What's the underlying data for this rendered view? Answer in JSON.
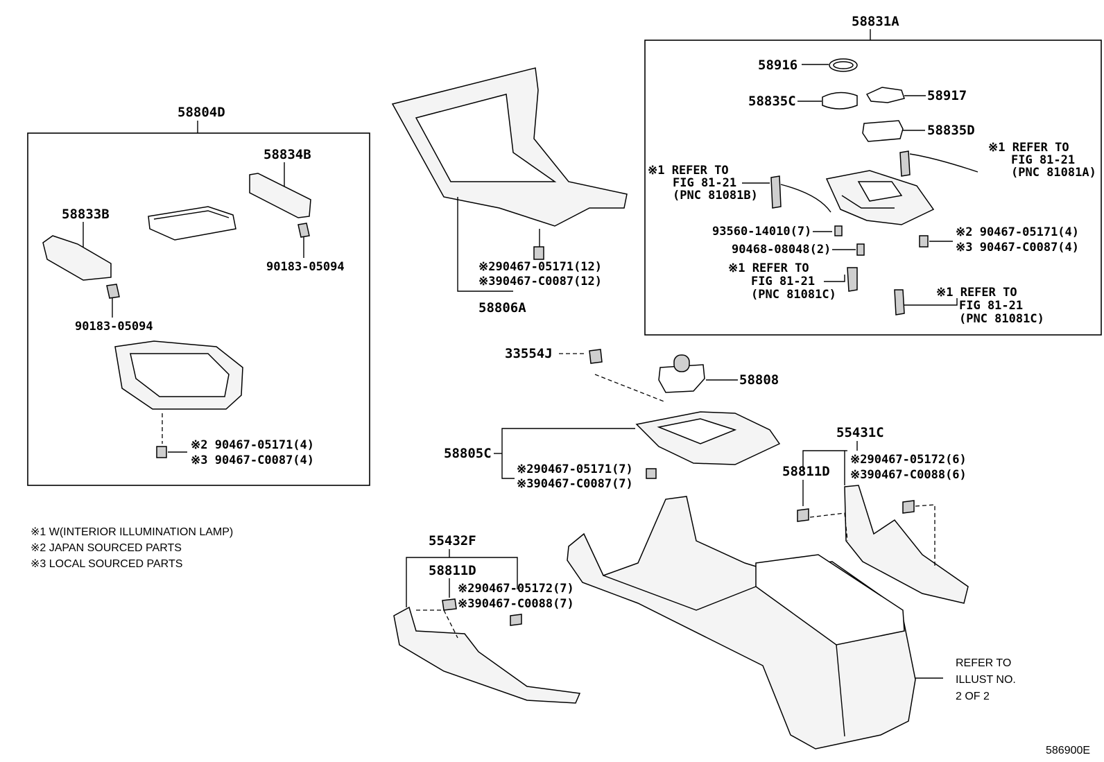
{
  "labels": {
    "p58831A": "58831A",
    "p58916": "58916",
    "p58917": "58917",
    "p58835C": "58835C",
    "p58835D": "58835D",
    "p58804D": "58804D",
    "p58834B": "58834B",
    "p58833B": "58833B",
    "p90183a": "90183-05094",
    "p90183b": "90183-05094",
    "clipBox1a": "※2 90467-05171(4)",
    "clipBox1b": "※3 90467-C0087(4)",
    "p58806A": "58806A",
    "clip806a": "※290467-05171(12)",
    "clip806b": "※390467-C0087(12)",
    "refA1": "※1 REFER TO",
    "refA2": "FIG 81-21",
    "refA3": "(PNC 81081A)",
    "refB1": "※1 REFER TO",
    "refB2": "FIG 81-21",
    "refB3": "(PNC 81081B)",
    "p93560": "93560-14010(7)",
    "p90468": "90468-08048(2)",
    "clipR1": "※2 90467-05171(4)",
    "clipR2": "※3 90467-C0087(4)",
    "refC1": "※1 REFER TO",
    "refC2": "FIG 81-21",
    "refC3": "(PNC 81081C)",
    "refD1": "※1 REFER TO",
    "refD2": "FIG 81-21",
    "refD3": "(PNC 81081C)",
    "p33554J": "33554J",
    "p58808": "58808",
    "p58805C": "58805C",
    "clip805a": "※290467-05171(7)",
    "clip805b": "※390467-C0087(7)",
    "p55431C": "55431C",
    "p58811D_r": "58811D",
    "clip431a": "※290467-05172(6)",
    "clip431b": "※390467-C0088(6)",
    "p55432F": "55432F",
    "p58811D_l": "58811D",
    "clip432a": "※290467-05172(7)",
    "clip432b": "※390467-C0088(7)",
    "refer1": "REFER TO",
    "refer2": "ILLUST NO.",
    "refer3": "2 OF 2",
    "note1": "※1 W(INTERIOR ILLUMINATION LAMP)",
    "note2": "※2 JAPAN SOURCED PARTS",
    "note3": "※3 LOCAL SOURCED PARTS",
    "figId": "586900E"
  }
}
